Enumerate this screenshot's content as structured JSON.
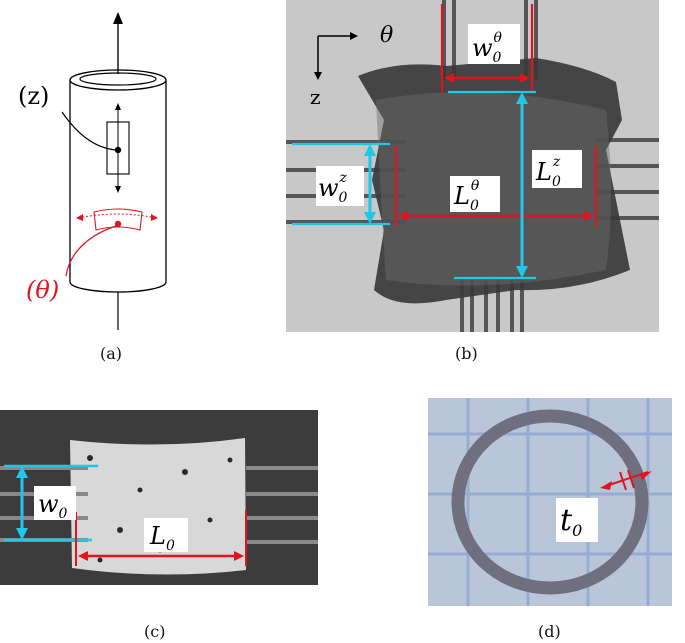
{
  "figure": {
    "panels": [
      {
        "label": "(a)",
        "annotations": {
          "axial": "(z)",
          "circ": "(θ)"
        }
      },
      {
        "label": "(b)",
        "annotations": {
          "theta_axis": "θ",
          "z_axis": "z",
          "w_theta_main": "w",
          "w_theta_sub": "0",
          "w_theta_sup": "θ",
          "w_z_main": "w",
          "w_z_sub": "0",
          "w_z_sup": "z",
          "L_theta_main": "L",
          "L_theta_sub": "0",
          "L_theta_sup": "θ",
          "L_z_main": "L",
          "L_z_sub": "0",
          "L_z_sup": "z"
        }
      },
      {
        "label": "(c)",
        "annotations": {
          "w_main": "w",
          "w_sub": "0",
          "L_main": "L",
          "L_sub": "0"
        }
      },
      {
        "label": "(d)",
        "annotations": {
          "t_main": "t",
          "t_sub": "0"
        }
      }
    ]
  },
  "colors": {
    "red": "#e0141e",
    "cyan": "#1ec8e6",
    "photo_gray": "#c9c9c9",
    "tissue": "#2a2a2a"
  }
}
